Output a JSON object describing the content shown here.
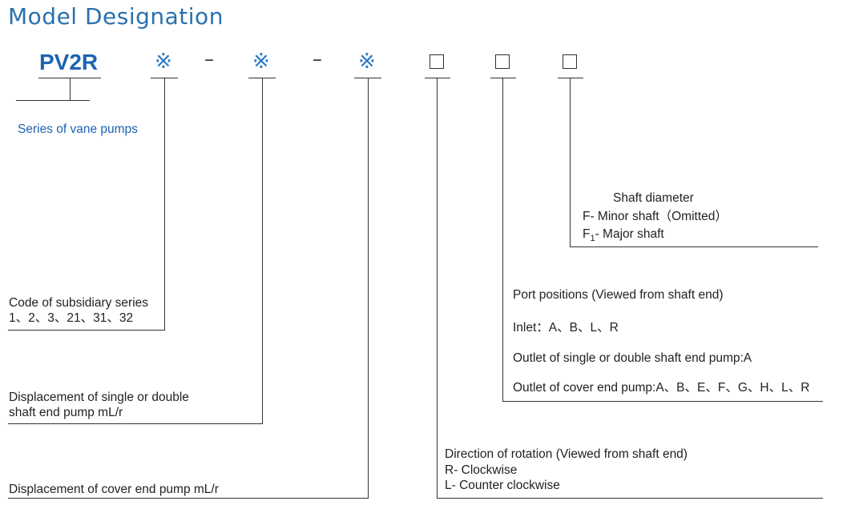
{
  "title": "Model Designation",
  "code": {
    "series": "PV2R",
    "sym1": "※",
    "dash1": "–",
    "sym2": "※",
    "dash2": "–",
    "sym3": "※"
  },
  "series": {
    "label": "Series of vane pumps"
  },
  "shaft": {
    "heading": "Shaft diameter",
    "f": "F- Minor shaft（Omitted）",
    "f1_prefix": "F",
    "f1_sub": "1",
    "f1_rest": "- Major shaft"
  },
  "port": {
    "heading": "Port positions (Viewed from shaft end)",
    "inlet": "Inlet：A、B、L、R",
    "outlet_single": "Outlet of single or double shaft end pump:A",
    "outlet_cover": "Outlet of cover end pump:A、B、E、F、G、H、L、R"
  },
  "subsidiary": {
    "heading": "Code of subsidiary series",
    "values": "1、2、3、21、31、32"
  },
  "displacement_single": {
    "line1": "Displacement of single or double",
    "line2": "shaft end pump mL/r"
  },
  "rotation": {
    "heading": "Direction of rotation (Viewed from shaft end)",
    "r": "R- Clockwise",
    "l": "L- Counter clockwise"
  },
  "displacement_cover": {
    "label": "Displacement of cover end pump mL/r"
  }
}
